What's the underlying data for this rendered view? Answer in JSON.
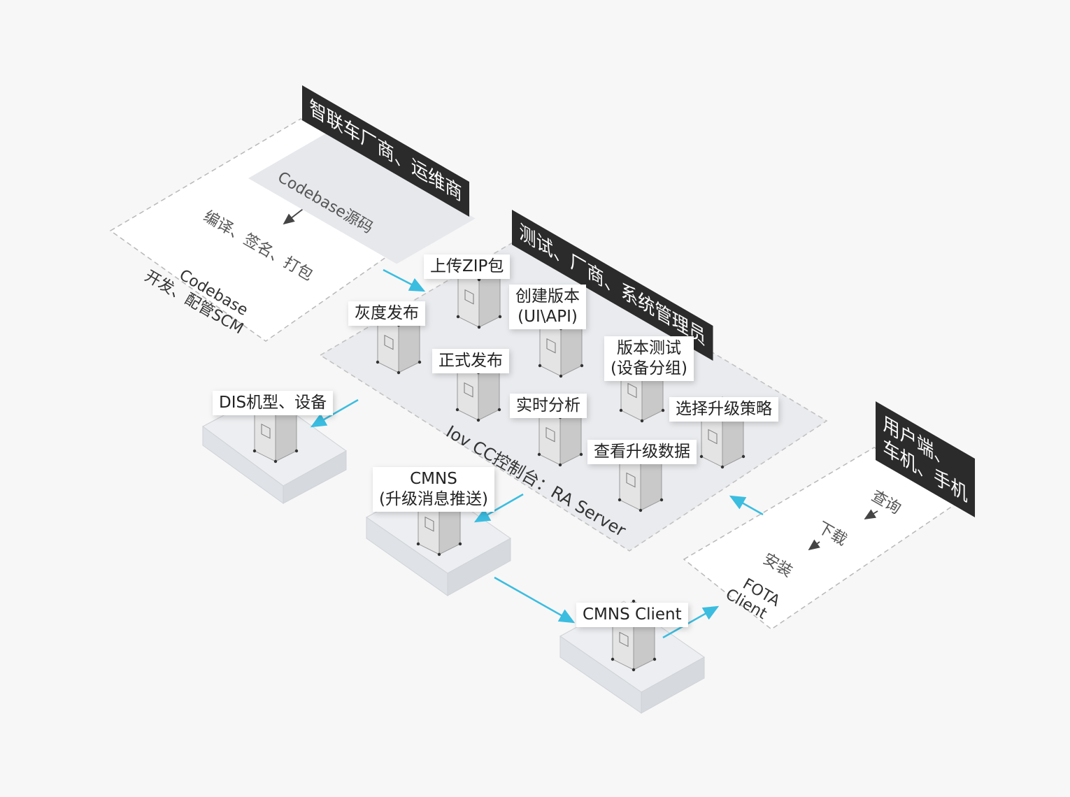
{
  "roles": {
    "oem": "智联车厂商、运维商",
    "admin": "测试、厂商、系统管理员",
    "user_line1": "用户端、",
    "user_line2": "车机、手机"
  },
  "codebase": {
    "source": "Codebase源码",
    "build": "编译、签名、打包",
    "zone_line1": "Codebase",
    "zone_line2": "开发、配管SCM"
  },
  "server": {
    "platform": "Iov CC控制台：RA Server",
    "upload": "上传ZIP包",
    "gray_release": "灰度发布",
    "create_version_line1": "创建版本",
    "create_version_line2": "(UI\\API)",
    "formal_release": "正式发布",
    "version_test_line1": "版本测试",
    "version_test_line2": "(设备分组)",
    "realtime_analysis": "实时分析",
    "choose_strategy": "选择升级策略",
    "view_data": "查看升级数据"
  },
  "dis": {
    "label": "DIS机型、设备"
  },
  "cmns": {
    "line1": "CMNS",
    "line2": "(升级消息推送)"
  },
  "cmns_client": {
    "label": "CMNS Client"
  },
  "fota": {
    "query": "查询",
    "download": "下载",
    "install": "安装",
    "zone_line1": "FOTA",
    "zone_line2": "Client"
  },
  "colors": {
    "arrow": "#3bbde0",
    "role_bg": "#2b2b2b",
    "panel": "#e6e8ec",
    "dashed": "#b8b8b8"
  }
}
